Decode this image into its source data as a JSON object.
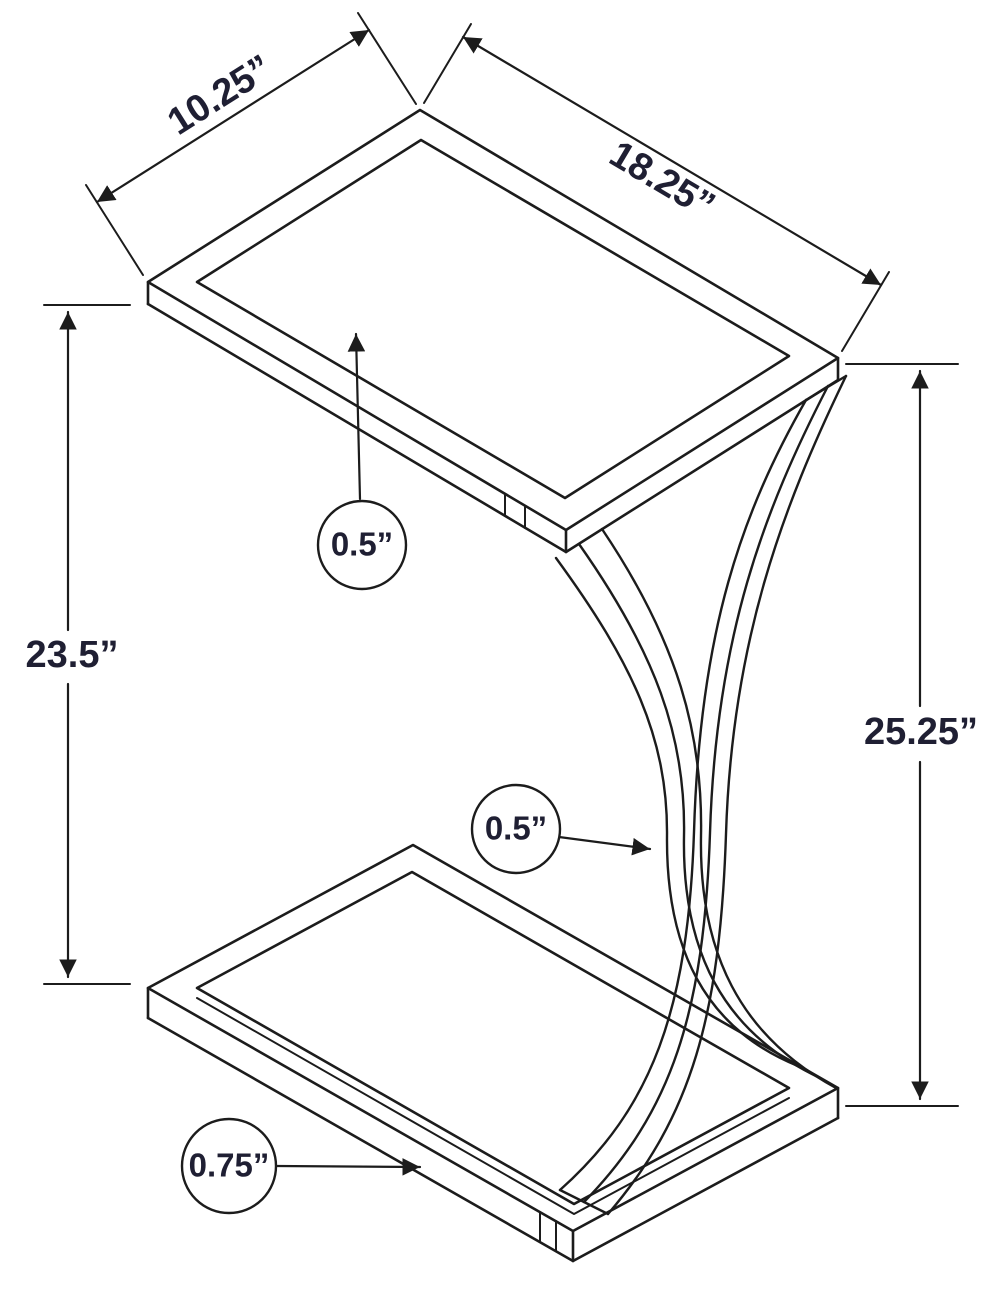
{
  "diagram": {
    "background": "#ffffff",
    "line_color": "#1c1c1c",
    "text_color": "#1f1f33",
    "labels": {
      "top_width": "10.25”",
      "top_depth": "18.25”",
      "height_left": "23.5”",
      "height_right": "25.25”",
      "top_thickness": "0.5”",
      "leg_thickness": "0.5”",
      "base_thickness": "0.75”"
    }
  }
}
